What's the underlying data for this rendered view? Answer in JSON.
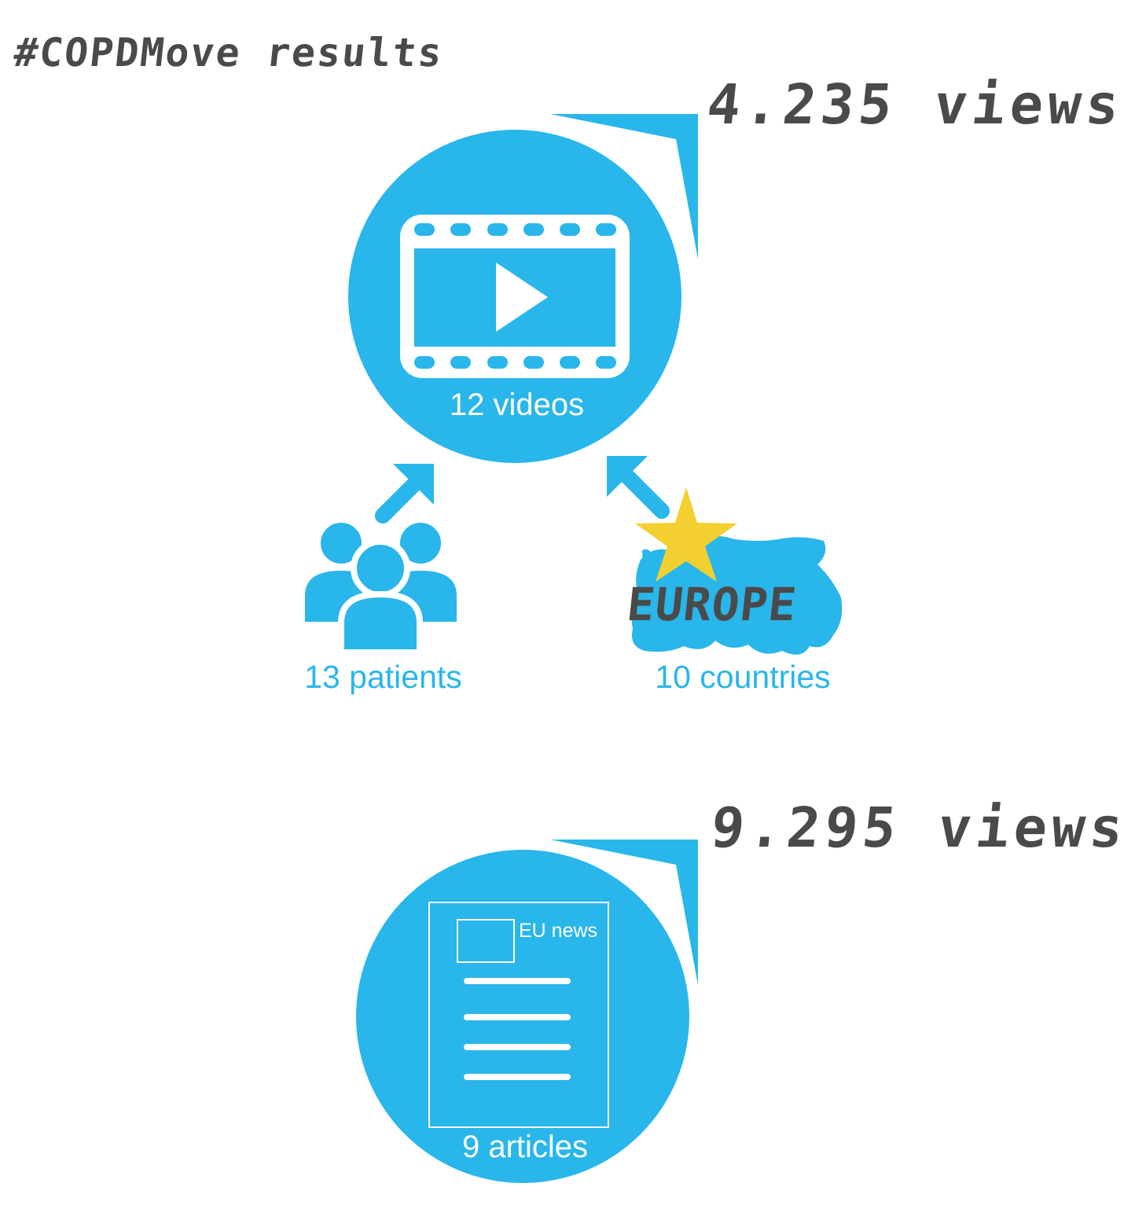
{
  "title": "#COPDMove results",
  "videos": {
    "label": "12 videos",
    "views": "4.235 views"
  },
  "patients": {
    "label": "13 patients"
  },
  "countries": {
    "label": "10 countries",
    "map_text": "EUROPE"
  },
  "articles": {
    "label": "9 articles",
    "header": "EU news",
    "views": "9.295 views"
  },
  "icons": [
    "video-film-icon",
    "play-icon",
    "people-group-icon",
    "europe-map-icon",
    "star-icon",
    "newspaper-icon",
    "arrow-icon"
  ],
  "colors": {
    "accent": "#29b6ea",
    "text": "#4a4a4a",
    "star": "#f3cf2f",
    "background": "#ffffff"
  }
}
